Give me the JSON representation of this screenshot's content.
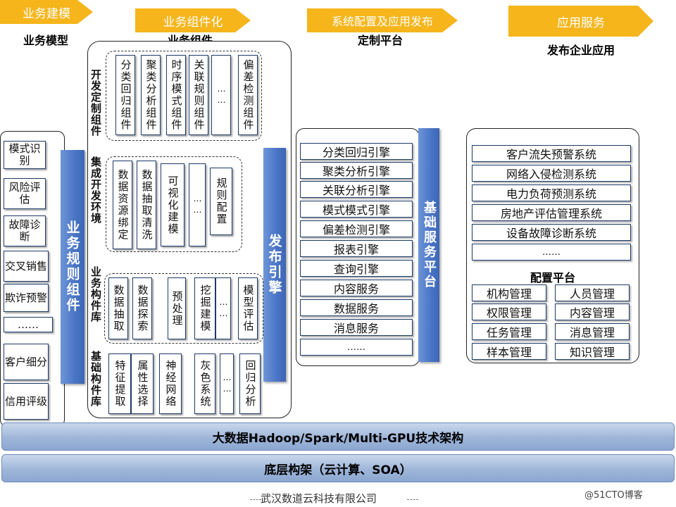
{
  "stages": [
    {
      "arrow": "业务建模",
      "title": "业务模型"
    },
    {
      "arrow": "业务组件化",
      "title": "业务组件"
    },
    {
      "arrow": "系统配置及应用发布",
      "title": "定制平台"
    },
    {
      "arrow": "应用服务",
      "title": "发布企业应用"
    }
  ],
  "business_model": {
    "items": [
      "模式识别",
      "风险评估",
      "故障诊断",
      "交叉销售",
      "欺诈预警",
      "……",
      "客户细分",
      "信用评级"
    ],
    "rule_bar": "业务规则组件"
  },
  "components": {
    "dev_label": "开发定制组件",
    "dev_items": [
      "分类回归组件",
      "聚类分析组件",
      "时序模式组件",
      "关联规则组件",
      "……",
      "偏差检测组件"
    ],
    "env_label": "集成开发环境",
    "env_items": [
      "数据资源绑定",
      "数据抽取清洗",
      "可视化建模",
      "……",
      "规则配置"
    ],
    "biz_lib_label": "业务构件库",
    "biz_lib_items": [
      "数据抽取",
      "数据探索",
      "预处理",
      "挖掘建模",
      "……",
      "模型评估"
    ],
    "base_lib_label": "基础构件库",
    "base_lib_items": [
      "特征提取",
      "属性选择",
      "神经网络",
      "灰色系统",
      "……",
      "回归分析"
    ],
    "publish_bar": "发布引擎"
  },
  "custom_platform": {
    "engines": [
      "分类回归引擎",
      "聚类分析引擎",
      "关联分析引擎",
      "模式模式引擎",
      "偏差检测引擎",
      "报表引擎",
      "查询引擎",
      "内容服务",
      "数据服务",
      "消息服务",
      "……"
    ],
    "service_bar": "基础服务平台"
  },
  "enterprise_apps": {
    "systems": [
      "客户流失预警系统",
      "网络入侵检测系统",
      "电力负荷预测系统",
      "房地产评估管理系统",
      "设备故障诊断系统",
      "……"
    ],
    "config_title": "配置平台",
    "config_items": [
      "机构管理",
      "人员管理",
      "权限管理",
      "内容管理",
      "任务管理",
      "消息管理",
      "样本管理",
      "知识管理"
    ]
  },
  "layers": {
    "bigdata": "大数据Hadoop/Spark/Multi-GPU技术架构",
    "base": "底层构架（云计算、SOA）"
  },
  "footer": {
    "company": "武汉数道云科技有限公司",
    "watermark": "@51CTO博客"
  }
}
